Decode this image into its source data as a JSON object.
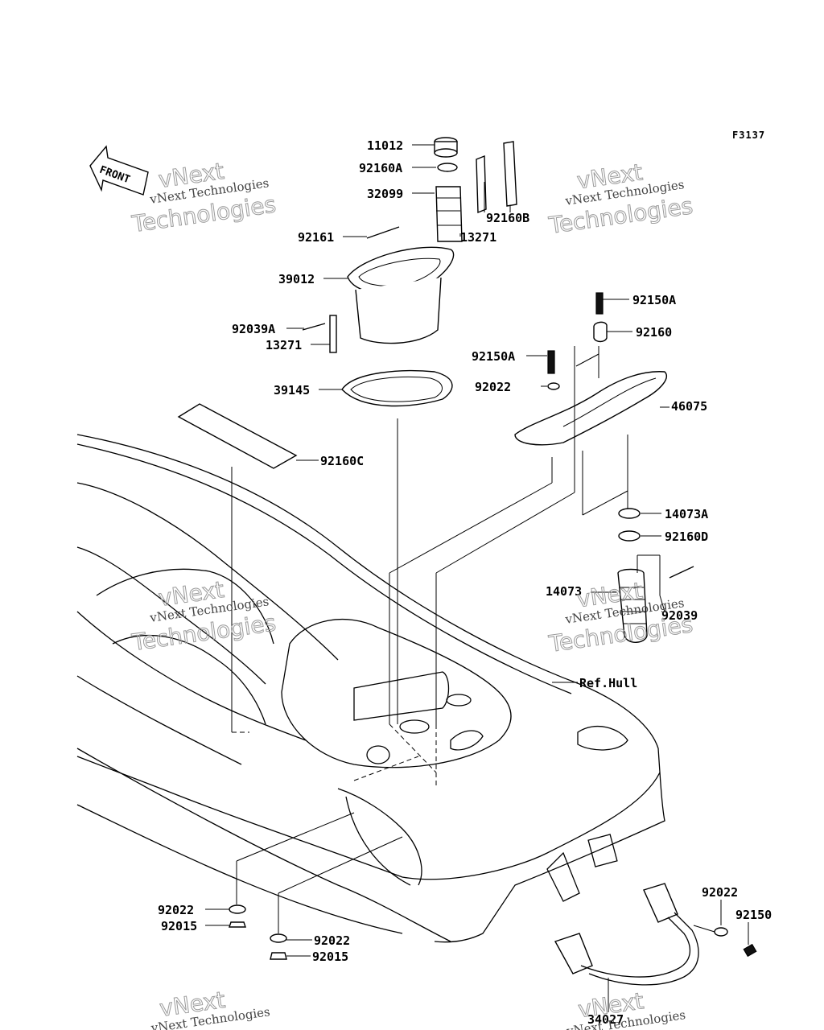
{
  "figure_code": "F3137",
  "front_label": "FRONT",
  "ref_label": "Ref.Hull",
  "parts": {
    "p11012": "11012",
    "p92160A": "92160A",
    "p32099": "32099",
    "p92160B": "92160B",
    "p13271_top": "13271",
    "p92161": "92161",
    "p39012": "39012",
    "p92039A": "92039A",
    "p13271_left": "13271",
    "p39145": "39145",
    "p92150A_top": "92150A",
    "p92160": "92160",
    "p92150A_mid": "92150A",
    "p92022_mid": "92022",
    "p46075": "46075",
    "p92160C": "92160C",
    "p14073A": "14073A",
    "p92160D": "92160D",
    "p14073": "14073",
    "p92039": "92039",
    "p92022_bl1": "92022",
    "p92015_bl1": "92015",
    "p92022_bl2": "92022",
    "p92015_bl2": "92015",
    "p92022_br": "92022",
    "p92150_br": "92150",
    "p34027": "34027"
  },
  "watermark": {
    "line1": "vNext",
    "line2": "vNext Technologies",
    "line3": "Technologies"
  }
}
